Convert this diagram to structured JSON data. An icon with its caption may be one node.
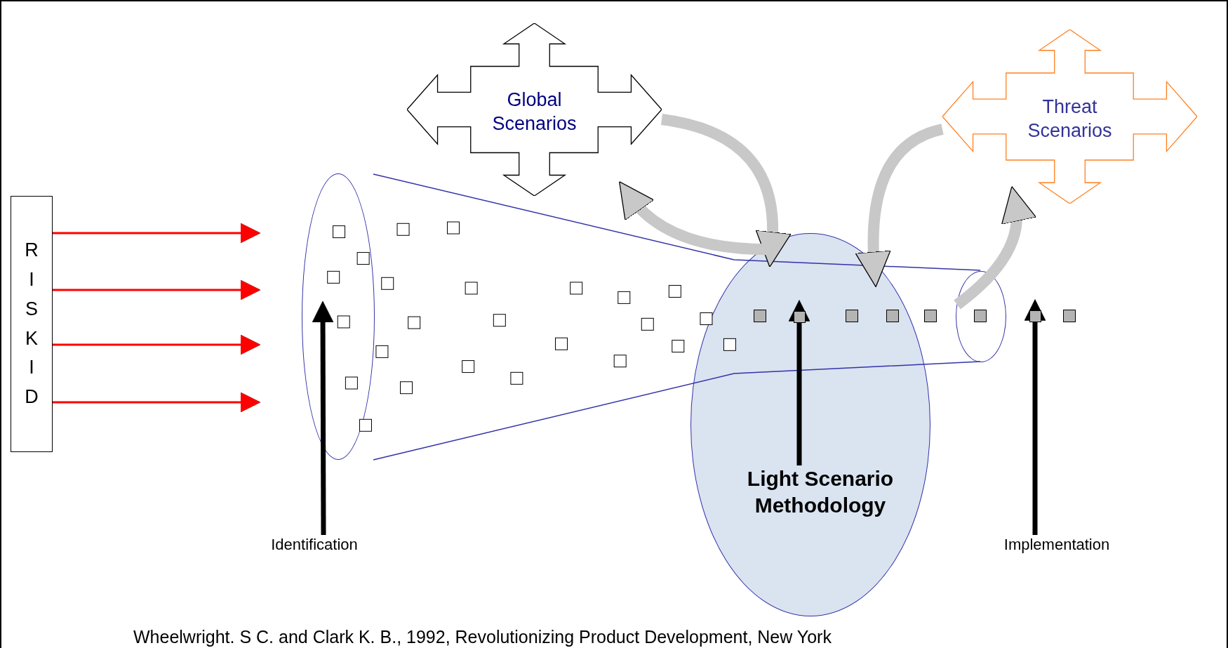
{
  "diagram": {
    "caption": "Wheelwright. S C. and Clark K. B., 1992, Revolutionizing Product Development, New York",
    "nodes": [
      {
        "text": [
          "R I S K I D"
        ]
      },
      {
        "text": [
          "Global Scenarios"
        ]
      },
      {
        "text": [
          "Threat Scenarios"
        ]
      },
      {
        "text": [],
        "shape": "ellipse"
      },
      {
        "text": [],
        "shape": "ellipse"
      },
      {
        "text": [
          "Light Scenario Methodology"
        ],
        "in": 4
      },
      {
        "text": [],
        "shape": "ellipse"
      },
      {
        "text": [],
        "shape": "box",
        "in": 4
      },
      {
        "text": [],
        "shape": "box"
      },
      {
        "text": [
          "Identification"
        ]
      },
      {
        "text": [
          "Implementation"
        ]
      }
    ],
    "edges": [
      {
        "from": 0,
        "to": null,
        "arrow": "to",
        "color": "#ff0000"
      },
      {
        "from": 0,
        "to": null,
        "arrow": "to",
        "color": "#ff0000"
      },
      {
        "from": 0,
        "to": null,
        "arrow": "to",
        "color": "#ff0000"
      },
      {
        "from": 0,
        "to": null,
        "arrow": "to",
        "color": "#ff0000"
      },
      {
        "from": 9,
        "to": 3,
        "arrow": "to",
        "color": "#000000"
      },
      {
        "from": 5,
        "to": 7,
        "arrow": "to",
        "color": "#000000"
      },
      {
        "from": 10,
        "to": 8,
        "arrow": "to",
        "color": "#000000"
      },
      {
        "from": 1,
        "to": 4,
        "arrow": "to",
        "style": "thick",
        "color": "#c8c8c8"
      },
      {
        "from": 4,
        "to": 1,
        "arrow": "to",
        "style": "thick",
        "color": "#c8c8c8"
      },
      {
        "from": 2,
        "to": 4,
        "arrow": "to",
        "style": "thick",
        "color": "#c8c8c8"
      },
      {
        "from": 6,
        "to": 2,
        "arrow": "to",
        "style": "thick",
        "color": "#c8c8c8"
      }
    ]
  }
}
